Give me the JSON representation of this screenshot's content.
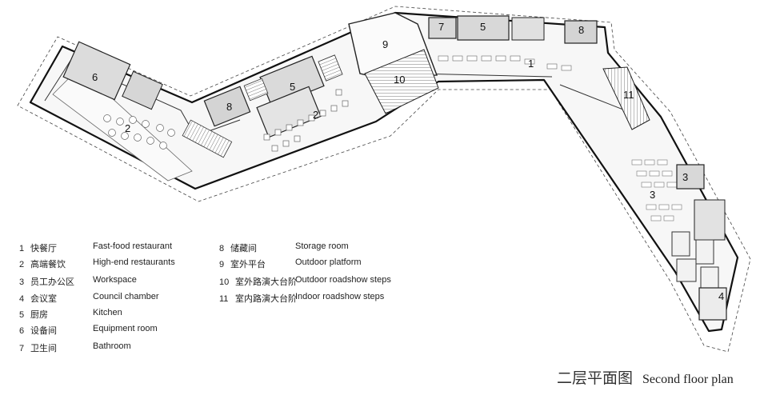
{
  "plan": {
    "room_labels": {
      "r1": "1",
      "r2a": "2",
      "r2b": "2",
      "r3a": "3",
      "r3b": "3",
      "r4": "4",
      "r5a": "5",
      "r5b": "5",
      "r6": "6",
      "r7": "7",
      "r8a": "8",
      "r8b": "8",
      "r9": "9",
      "r10": "10",
      "r11": "11"
    }
  },
  "legend": {
    "items": [
      {
        "num": "1",
        "cn": "快餐厅",
        "en": "Fast-food restaurant"
      },
      {
        "num": "2",
        "cn": "高端餐饮",
        "en": "High-end restaurants"
      },
      {
        "num": "3",
        "cn": "员工办公区",
        "en": "Workspace"
      },
      {
        "num": "4",
        "cn": "会议室",
        "en": "Council chamber"
      },
      {
        "num": "5",
        "cn": "厨房",
        "en": "Kitchen"
      },
      {
        "num": "6",
        "cn": "设备间",
        "en": "Equipment room"
      },
      {
        "num": "7",
        "cn": "卫生间",
        "en": "Bathroom"
      },
      {
        "num": "8",
        "cn": "储藏间",
        "en": "Storage room"
      },
      {
        "num": "9",
        "cn": "室外平台",
        "en": "Outdoor platform"
      },
      {
        "num": "10",
        "cn": "室外路演大台阶",
        "en": "Outdoor roadshow steps"
      },
      {
        "num": "11",
        "cn": "室内路演大台阶",
        "en": "Indoor roadshow steps"
      }
    ]
  },
  "title": {
    "cn": "二层平面图",
    "en": "Second floor plan"
  }
}
